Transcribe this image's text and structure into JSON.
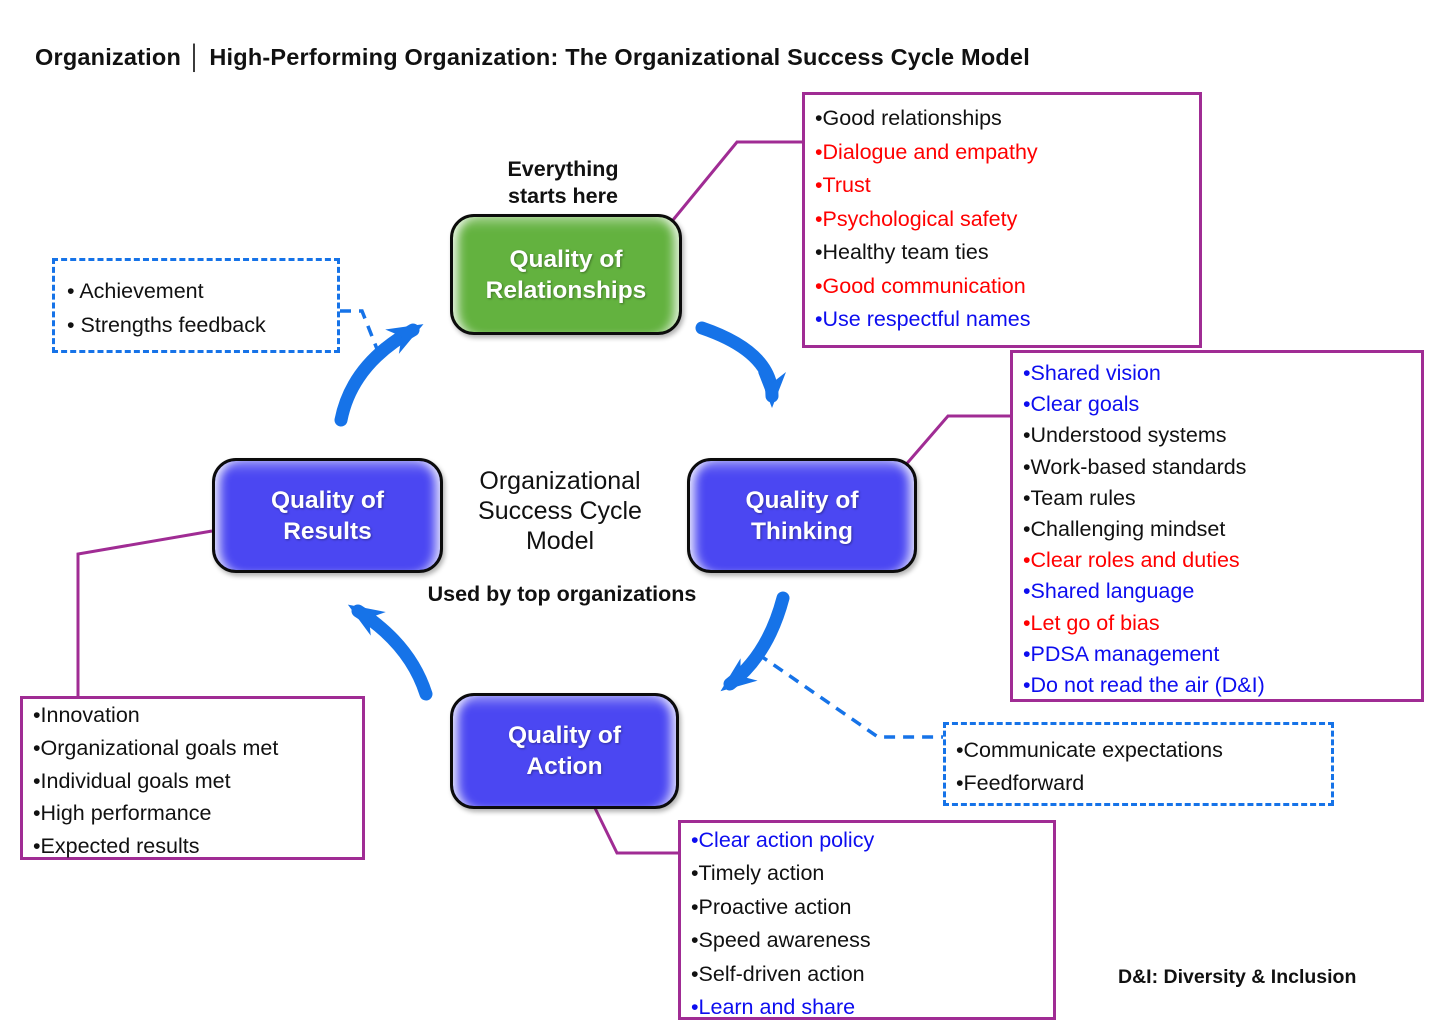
{
  "title": "Organization │ High-Performing Organization: The Organizational Success Cycle Model",
  "palette": {
    "annotation_border_purple": "#A02C94",
    "arrow_blue": "#1673E8",
    "node_blue": "#3E3BEE",
    "node_green": "#55A333",
    "text_black": "#111111",
    "text_red": "#FF0000",
    "text_blue": "#0D0DEF"
  },
  "center": {
    "model_label": "Organizational\nSuccess Cycle\nModel",
    "tagline": "Used by top organizations"
  },
  "nodes": {
    "relationships": {
      "label": "Quality of\nRelationships",
      "note_above": "Everything\nstarts here"
    },
    "thinking": {
      "label": "Quality of\nThinking"
    },
    "action": {
      "label": "Quality of\nAction"
    },
    "results": {
      "label": "Quality of\nResults"
    }
  },
  "annotations": {
    "relationships_notes": {
      "items": [
        {
          "text": "•Good relationships",
          "color": "#111111"
        },
        {
          "text": "•Dialogue and empathy",
          "color": "#FF0000"
        },
        {
          "text": "•Trust",
          "color": "#FF0000"
        },
        {
          "text": "•Psychological safety",
          "color": "#FF0000"
        },
        {
          "text": "•Healthy team ties",
          "color": "#111111"
        },
        {
          "text": "•Good communication",
          "color": "#FF0000"
        },
        {
          "text": "•Use respectful names",
          "color": "#0D0DEF"
        }
      ]
    },
    "thinking_notes": {
      "items": [
        {
          "text": "•Shared vision",
          "color": "#0D0DEF"
        },
        {
          "text": "•Clear goals",
          "color": "#0D0DEF"
        },
        {
          "text": "•Understood systems",
          "color": "#111111"
        },
        {
          "text": "•Work-based standards",
          "color": "#111111"
        },
        {
          "text": "•Team rules",
          "color": "#111111"
        },
        {
          "text": "•Challenging mindset",
          "color": "#111111"
        },
        {
          "text": "•Clear roles and duties",
          "color": "#FF0000"
        },
        {
          "text": "•Shared language",
          "color": "#0D0DEF"
        },
        {
          "text": "•Let go of bias",
          "color": "#FF0000"
        },
        {
          "text": "•PDSA management",
          "color": "#0D0DEF"
        },
        {
          "text": "•Do not read the air (D&I)",
          "color": "#0D0DEF"
        }
      ]
    },
    "action_notes": {
      "items": [
        {
          "text": "•Clear action policy",
          "color": "#0D0DEF"
        },
        {
          "text": "•Timely action",
          "color": "#111111"
        },
        {
          "text": "•Proactive action",
          "color": "#111111"
        },
        {
          "text": "•Speed awareness",
          "color": "#111111"
        },
        {
          "text": "•Self-driven action",
          "color": "#111111"
        },
        {
          "text": "•Learn and share",
          "color": "#0D0DEF"
        }
      ]
    },
    "results_notes": {
      "items": [
        {
          "text": "•Innovation",
          "color": "#111111"
        },
        {
          "text": "•Organizational goals met",
          "color": "#111111"
        },
        {
          "text": "•Individual goals met",
          "color": "#111111"
        },
        {
          "text": "•High performance",
          "color": "#111111"
        },
        {
          "text": "•Expected results",
          "color": "#111111"
        }
      ]
    },
    "achievement_notes": {
      "items": [
        {
          "text": "• Achievement",
          "color": "#111111"
        },
        {
          "text": "• Strengths feedback",
          "color": "#111111"
        }
      ]
    },
    "expectation_notes": {
      "items": [
        {
          "text": "•Communicate expectations",
          "color": "#111111"
        },
        {
          "text": "•Feedforward",
          "color": "#111111"
        }
      ]
    }
  },
  "footnote": "D&I: Diversity & Inclusion"
}
